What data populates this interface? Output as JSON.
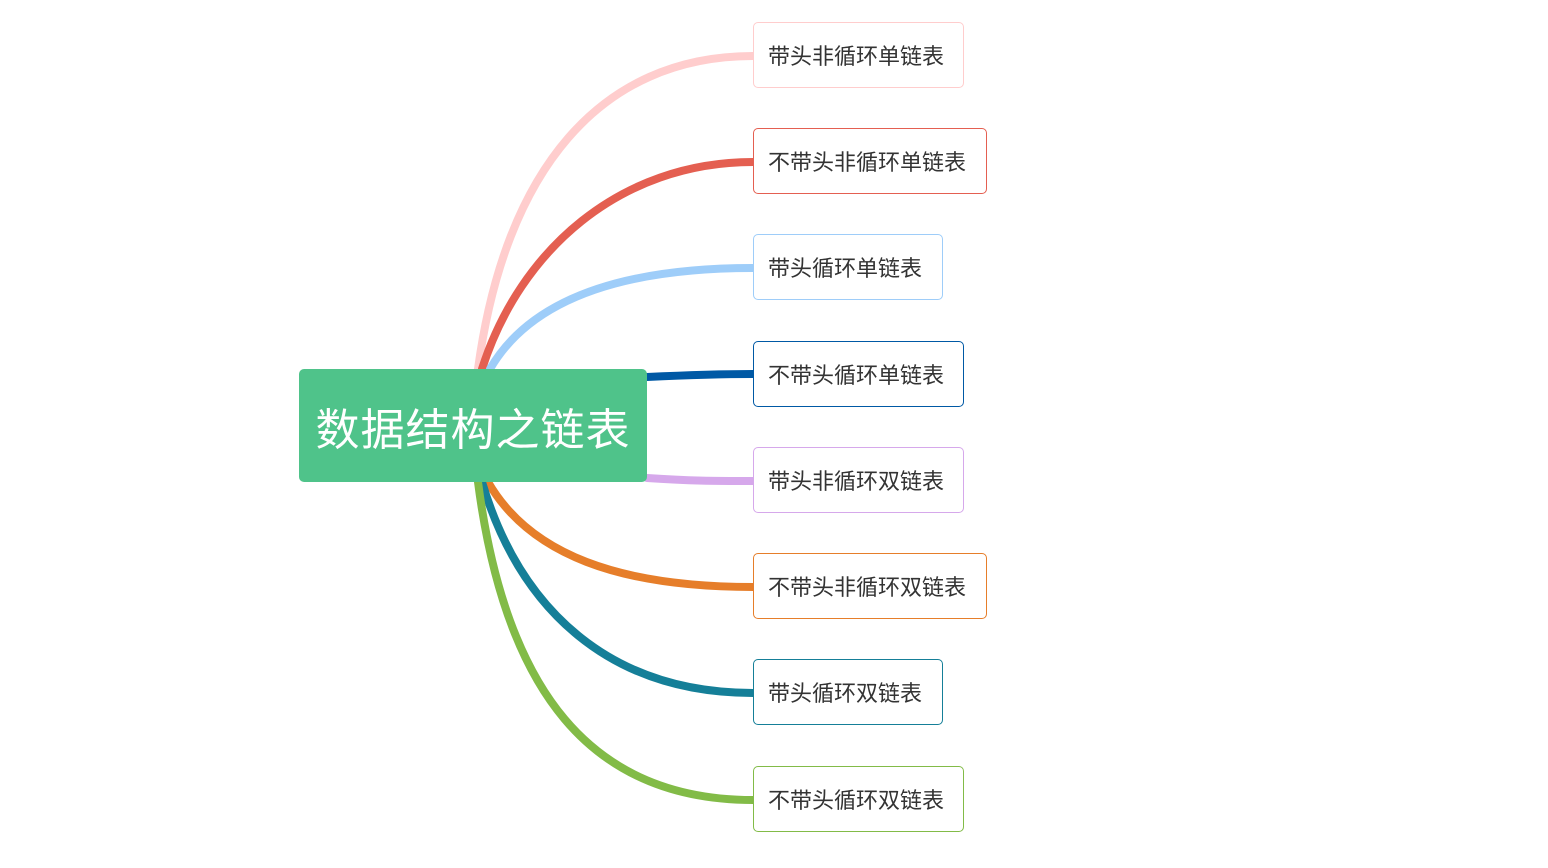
{
  "root": {
    "label": "数据结构之链表",
    "color": "#4fc38a"
  },
  "branches": [
    {
      "label": "带头非循环单链表",
      "color": "#ffcdcd"
    },
    {
      "label": "不带头非循环单链表",
      "color": "#e45f51"
    },
    {
      "label": "带头循环单链表",
      "color": "#9ecdf9"
    },
    {
      "label": "不带头循环单链表",
      "color": "#0059a5"
    },
    {
      "label": "带头非循环双链表",
      "color": "#d6a8eb"
    },
    {
      "label": "不带头非循环双链表",
      "color": "#e67e2a"
    },
    {
      "label": "带头循环双链表",
      "color": "#157f98"
    },
    {
      "label": "不带头循环双链表",
      "color": "#82bb47"
    }
  ]
}
